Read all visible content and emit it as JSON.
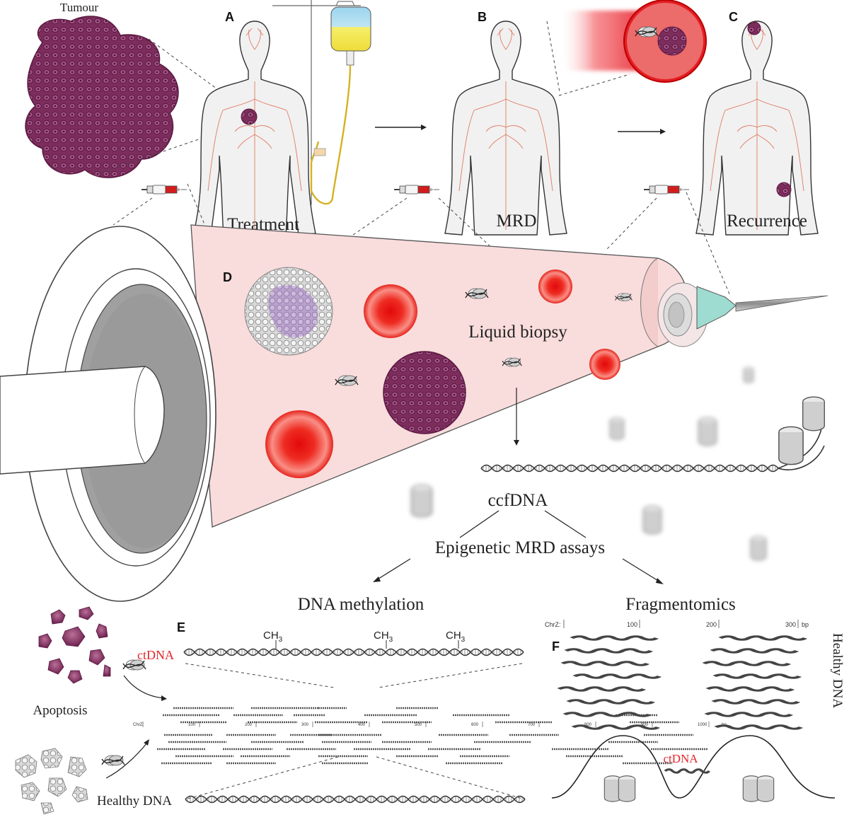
{
  "panels": {
    "a": {
      "letter": "A",
      "label": "Treatment"
    },
    "b": {
      "letter": "B",
      "label": "MRD"
    },
    "c": {
      "letter": "C",
      "label": "Recurrence"
    },
    "d": {
      "letter": "D",
      "label": "Liquid biopsy"
    },
    "e": {
      "letter": "E",
      "label": "DNA methylation"
    },
    "f": {
      "letter": "F",
      "label": "Fragmentomics"
    }
  },
  "labels": {
    "tumour": "Tumour",
    "ccfdna": "ccfDNA",
    "assays": "Epigenetic MRD assays",
    "apoptosis": "Apoptosis",
    "ctdna": "ctDNA",
    "healthy_dna": "Healthy DNA",
    "ch3": "CH",
    "ch3_sub": "3"
  },
  "methylation_axis": {
    "chr": "ChrZ:",
    "ticks": [
      "100",
      "200",
      "300",
      "400",
      "500",
      "600",
      "700",
      "800",
      "900",
      "1000"
    ],
    "unit": "bp"
  },
  "fragment_axis": {
    "chr": "ChrZ:",
    "ticks": [
      "100",
      "200",
      "300"
    ],
    "unit": "bp"
  },
  "colors": {
    "tumour": "#8b3a66",
    "blood_red": "#e8141b",
    "vessel": "#e0553a",
    "tube_pink": "#f9dcdc",
    "ctdna_red": "#e3262a"
  }
}
